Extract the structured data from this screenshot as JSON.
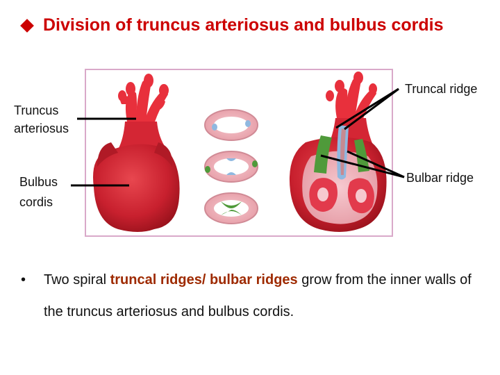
{
  "title": "Division of truncus arteriosus and bulbus cordis",
  "labels": {
    "truncal_ridge": "Truncal ridge",
    "truncus_line1": "Truncus",
    "truncus_line2": "arteriosus",
    "bulbus_line1": "Bulbus",
    "bulbus_line2": "cordis",
    "bulbar_ridge": "Bulbar ridge"
  },
  "bullet": {
    "marker": "•",
    "highlight": "truncal ridges/ bulbar ridges",
    "pre": "Two spiral ",
    "post": " grow from the inner walls of the truncus arteriosus and bulbus cordis."
  },
  "colors": {
    "title": "#cc0000",
    "highlight": "#9e2a00",
    "heart": "#c8202e",
    "frame": "#d9a9c9",
    "ridge_blue": "#8fb8e0",
    "ridge_green": "#4f9a3a"
  }
}
